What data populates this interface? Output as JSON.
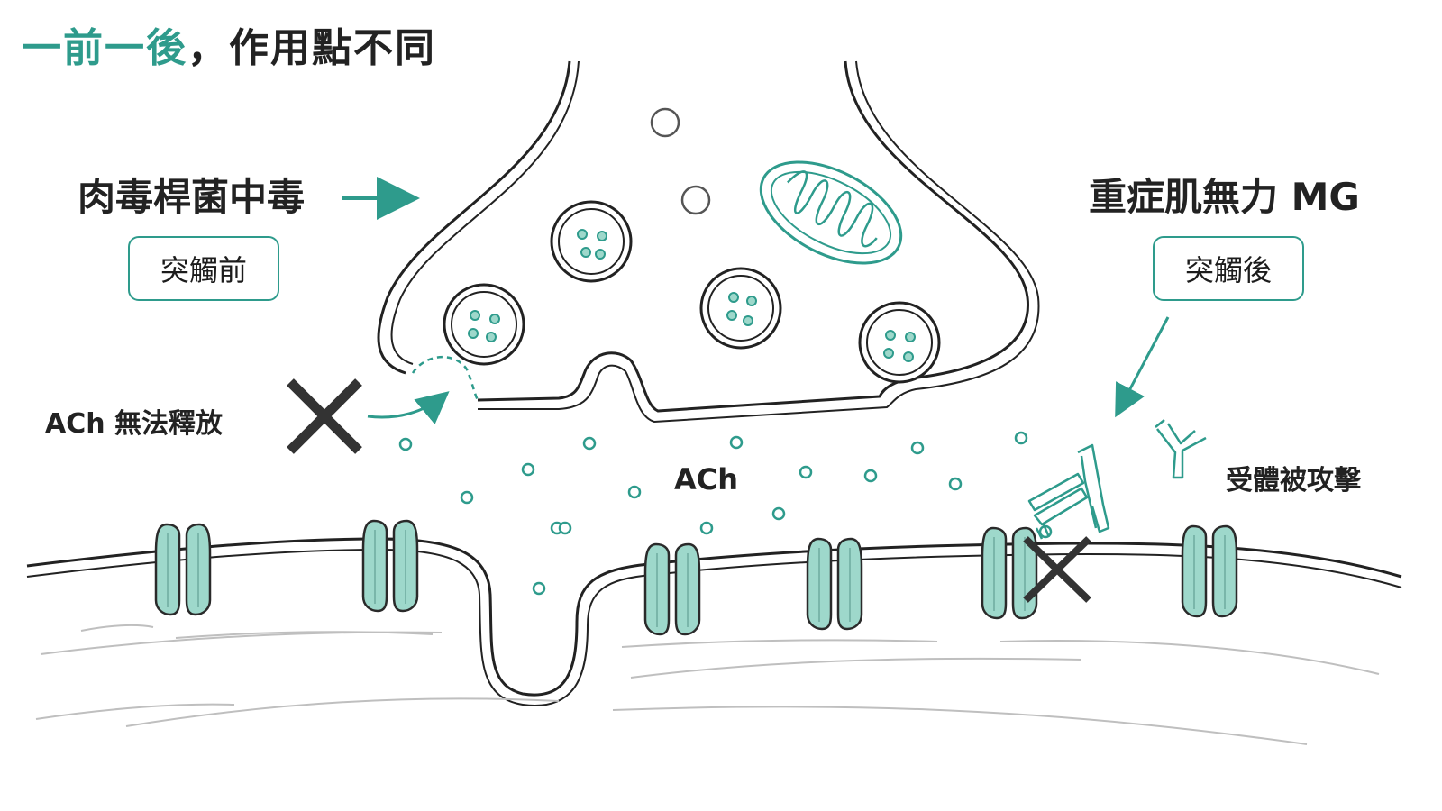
{
  "title": {
    "accent": "一前一後",
    "rest": "，作用點不同"
  },
  "botulism": {
    "label": "肉毒桿菌中毒",
    "tag": "突觸前",
    "note": "ACh 無法釋放"
  },
  "mg": {
    "label": "重症肌無力 MG",
    "tag": "突觸後",
    "note": "受體被攻擊"
  },
  "center": {
    "label": "ACh"
  },
  "colors": {
    "accent": "#2e9b8c",
    "receptor_fill": "#9ed8cb",
    "line": "#222222",
    "cross": "#333333"
  }
}
